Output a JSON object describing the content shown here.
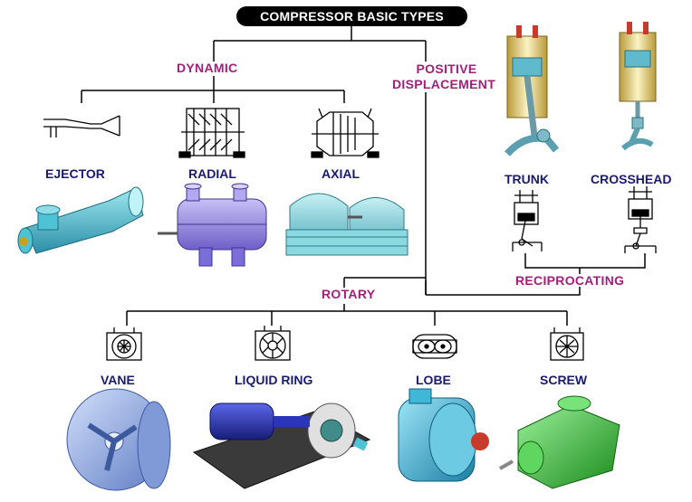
{
  "title": "COMPRESSOR BASIC TYPES",
  "categories": {
    "dynamic": "DYNAMIC",
    "positive_line1": "POSITIVE",
    "positive_line2": "DISPLACEMENT",
    "rotary": "ROTARY",
    "reciprocating": "RECIPROCATING"
  },
  "types": {
    "ejector": "EJECTOR",
    "radial": "RADIAL",
    "axial": "AXIAL",
    "trunk": "TRUNK",
    "crosshead": "CROSSHEAD",
    "vane": "VANE",
    "liquid_ring": "LIQUID RING",
    "lobe": "LOBE",
    "screw": "SCREW"
  },
  "colors": {
    "category_text": "#a0207a",
    "type_text": "#1a1a6e",
    "connector": "#000000",
    "ejector_body": "#4ec3d6",
    "radial_body": "#9d8fe6",
    "axial_body": "#8ad8e0",
    "vane_body": "#9fb6e8",
    "liquid_ring_body": "#2b35b8",
    "lobe_body": "#3fb8d8",
    "screw_body": "#3ec43e",
    "cylinder_body": "#f0e6a8"
  }
}
